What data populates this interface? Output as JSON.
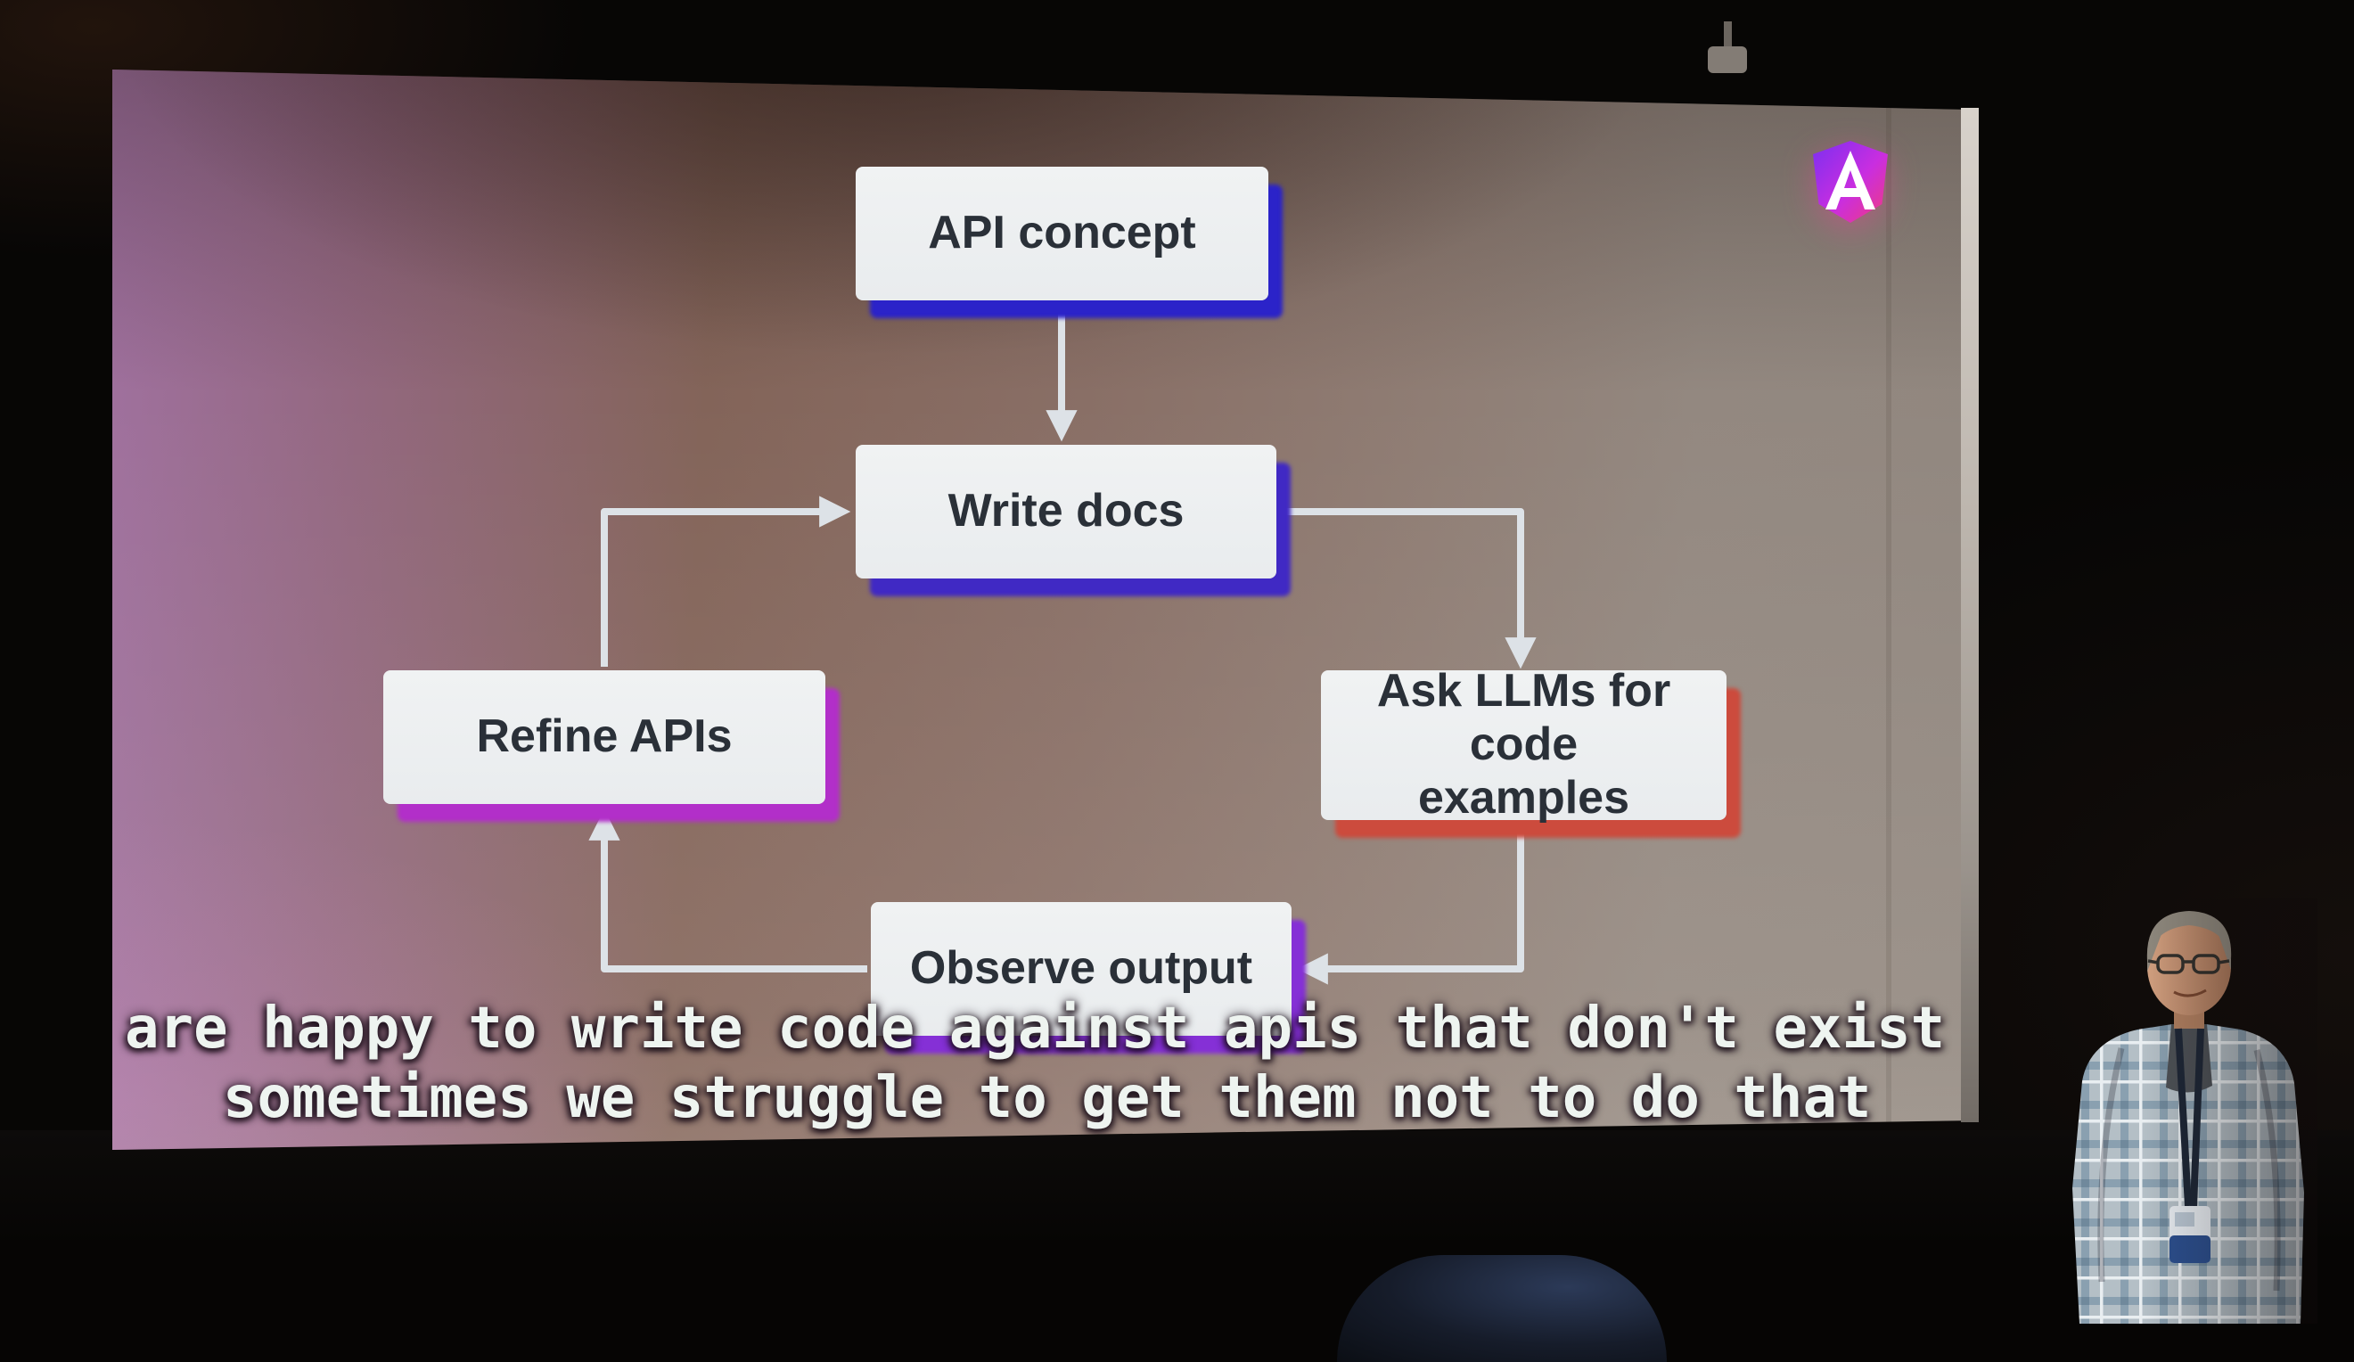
{
  "slide": {
    "logo": "angular-logo",
    "diagram": {
      "type": "flowchart",
      "nodes": [
        {
          "id": "api-concept",
          "label": "API concept"
        },
        {
          "id": "write-docs",
          "label": "Write docs"
        },
        {
          "id": "ask-llms",
          "label": "Ask LLMs for code examples"
        },
        {
          "id": "refine-apis",
          "label": "Refine APIs"
        },
        {
          "id": "observe-output",
          "label": "Observe output"
        }
      ],
      "edges": [
        {
          "from": "api-concept",
          "to": "write-docs"
        },
        {
          "from": "write-docs",
          "to": "ask-llms"
        },
        {
          "from": "ask-llms",
          "to": "observe-output"
        },
        {
          "from": "observe-output",
          "to": "refine-apis"
        },
        {
          "from": "refine-apis",
          "to": "write-docs"
        }
      ]
    }
  },
  "captions": {
    "line1": "are happy to write code against apis that don't exist",
    "line2": "sometimes we struggle to get them not to do that"
  },
  "colors": {
    "box_fill": "#e9ecee",
    "box_text": "#2a3038",
    "arrow": "#dde2e7",
    "shadow_api_concept": "#2b23c9",
    "shadow_write_docs": "#4029c4",
    "shadow_ask_llms": "#cc4b3d",
    "shadow_refine_apis": "#b22fc9",
    "shadow_observe_output": "#8530d6",
    "caption_text": "#eef4f0",
    "logo_gradient_start": "#7b2ff0",
    "logo_gradient_end": "#f23b7c"
  }
}
